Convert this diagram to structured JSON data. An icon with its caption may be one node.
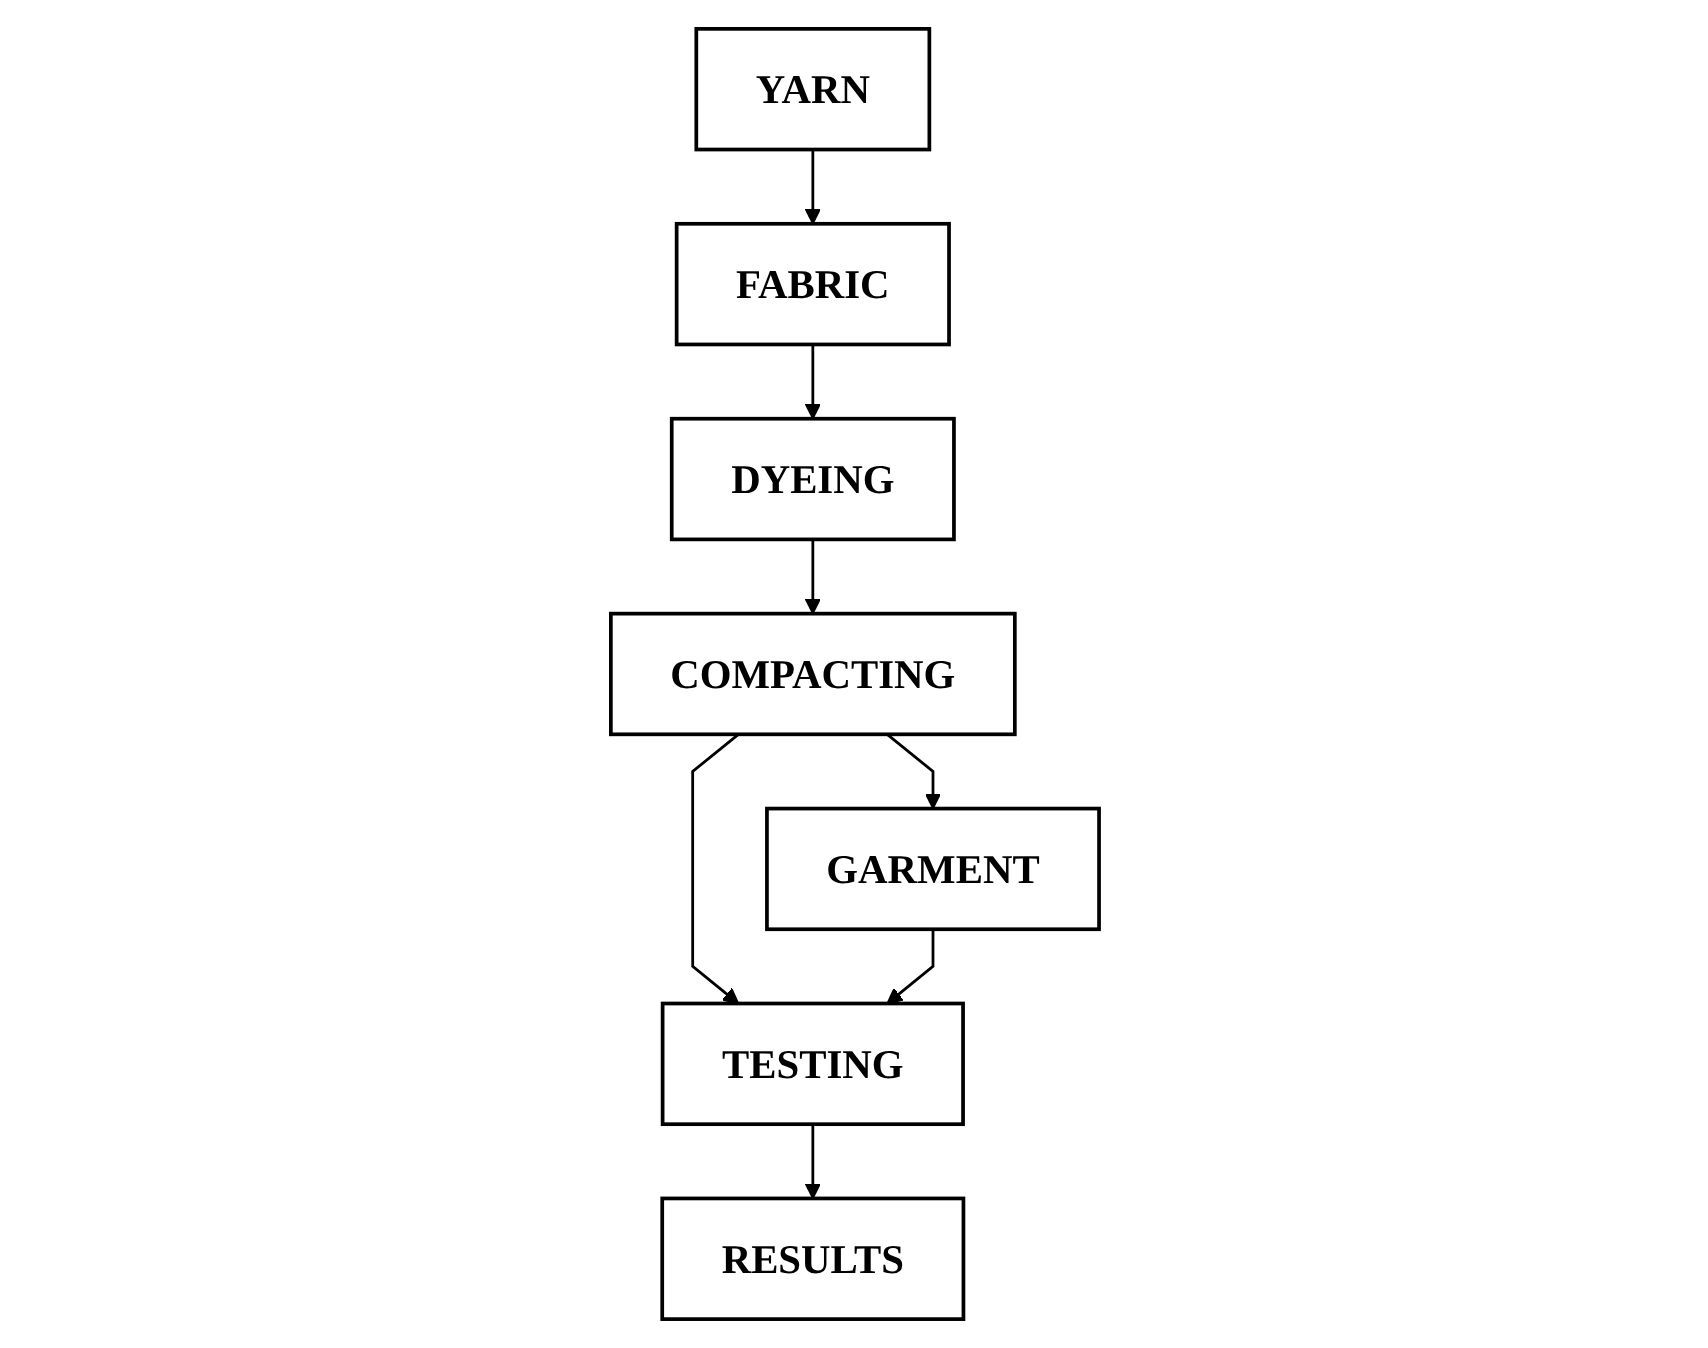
{
  "diagram": {
    "nodes": [
      {
        "text": [
          "YARN"
        ]
      },
      {
        "text": [
          "FABRIC"
        ]
      },
      {
        "text": [
          "DYEING"
        ]
      },
      {
        "text": [
          "COMPACTING"
        ]
      },
      {
        "text": [
          "GARMENT"
        ]
      },
      {
        "text": [
          "TESTING"
        ]
      },
      {
        "text": [
          "RESULTS"
        ]
      }
    ],
    "edges": [
      {
        "from": 0,
        "to": 1,
        "arrow": "to"
      },
      {
        "from": 1,
        "to": 2,
        "arrow": "to"
      },
      {
        "from": 2,
        "to": 3,
        "arrow": "to"
      },
      {
        "from": 3,
        "to": 4,
        "arrow": "to"
      },
      {
        "from": 3,
        "to": 5,
        "arrow": "to"
      },
      {
        "from": 4,
        "to": 5,
        "arrow": "to"
      },
      {
        "from": 5,
        "to": 6,
        "arrow": "to"
      }
    ]
  }
}
